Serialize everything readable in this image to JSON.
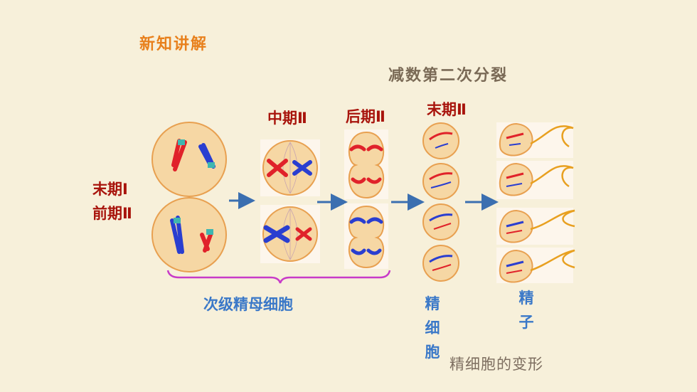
{
  "header": {
    "section_title": "新知讲解",
    "slide_title": "减数第二次分裂"
  },
  "stages": {
    "telophase1_line1": "末期Ⅰ",
    "telophase1_line2": "前期Ⅱ",
    "metaphase2": "中期Ⅱ",
    "anaphase2": "后期Ⅱ",
    "telophase2": "末期Ⅱ"
  },
  "labels": {
    "secondary_spermatocyte": "次级精母细胞",
    "spermatid": "精细胞",
    "sperm": "精子",
    "transformation": "精细胞的变形"
  },
  "colors": {
    "background": "#f7f0da",
    "cell_fill": "#f6d7a4",
    "cell_border": "#e8a050",
    "chromosome_red": "#e0222a",
    "chromosome_blue": "#2a3ed0",
    "arrow": "#3b6fb0",
    "brace": "#c83bc8",
    "tail": "#e8a020"
  }
}
